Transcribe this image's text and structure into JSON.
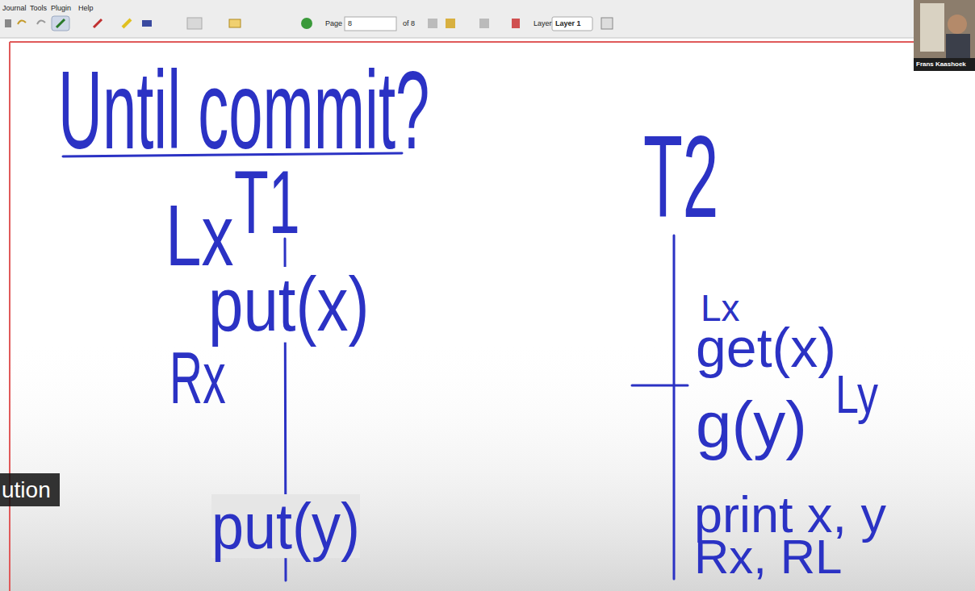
{
  "diagram": {
    "title": "Until commit?",
    "labels": [
      "Journal",
      "Tools",
      "Plugin",
      "Help",
      "Page",
      "8",
      "of 8",
      "Layer",
      "Layer 1",
      "Frans Kaashoek",
      "T1",
      "Lx",
      "put(x)",
      "Rx",
      "put(y)",
      "T2",
      "Lx",
      "get(x)",
      "g(y)",
      "Ly",
      "print x, y",
      "Rx, RL",
      "ution"
    ]
  }
}
